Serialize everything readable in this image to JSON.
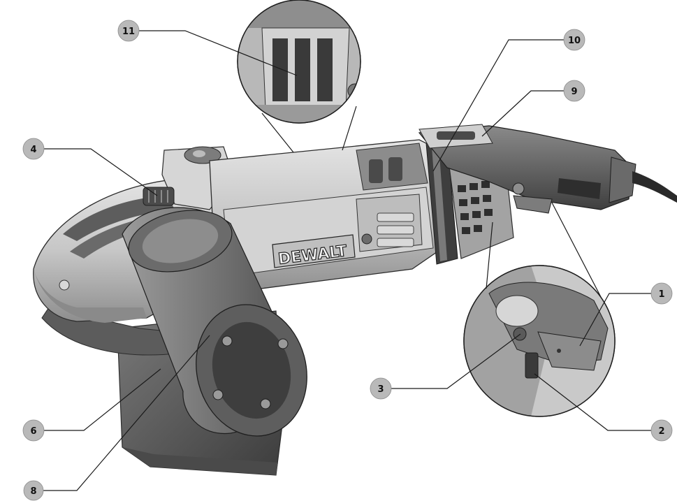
{
  "diagram": {
    "brand_label": "DEWALT",
    "callouts": [
      {
        "id": "1",
        "label": "1"
      },
      {
        "id": "2",
        "label": "2"
      },
      {
        "id": "3",
        "label": "3"
      },
      {
        "id": "4",
        "label": "4"
      },
      {
        "id": "6",
        "label": "6"
      },
      {
        "id": "8",
        "label": "8"
      },
      {
        "id": "9",
        "label": "9"
      },
      {
        "id": "10",
        "label": "10"
      },
      {
        "id": "11",
        "label": "11"
      }
    ]
  },
  "colors": {
    "background": "#ffffff",
    "body_light": "#cfcfcf",
    "body_mid": "#a9a9a9",
    "body_dark": "#6f6f6f",
    "rubber_dark": "#5a5a5a",
    "callout_disc": "#b9b9b9",
    "leader_line": "#1a1a1a"
  }
}
